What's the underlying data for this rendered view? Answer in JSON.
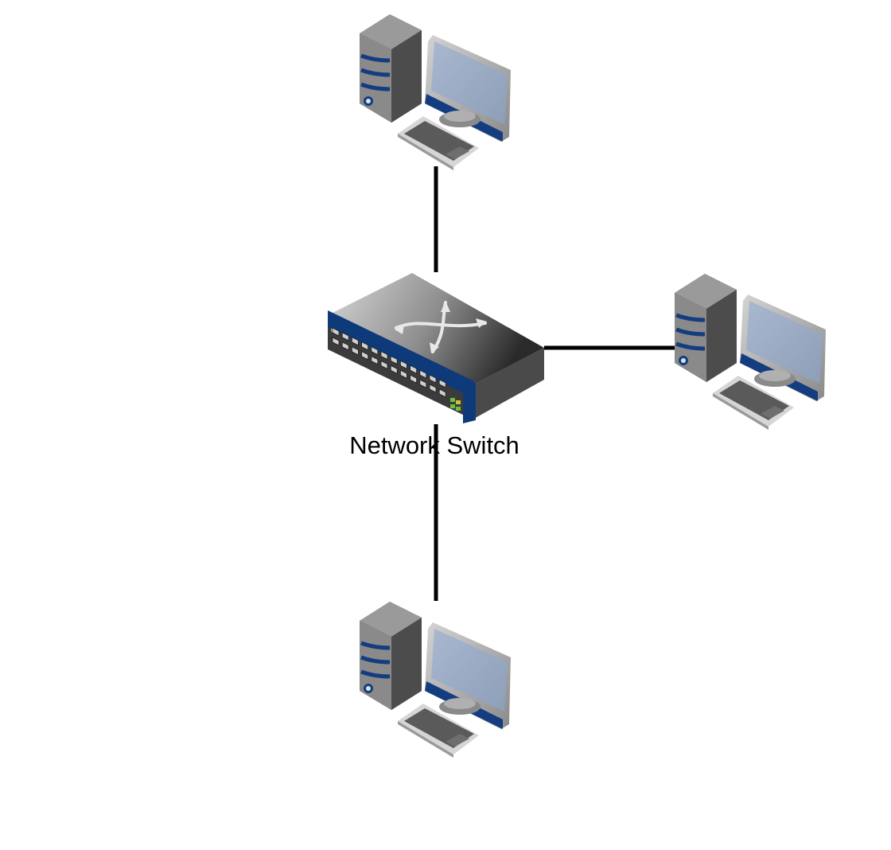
{
  "diagram": {
    "switch": {
      "label": "Network Switch"
    },
    "nodes": [
      {
        "id": "pc-top",
        "kind": "desktop-computer"
      },
      {
        "id": "pc-right",
        "kind": "desktop-computer"
      },
      {
        "id": "pc-bottom",
        "kind": "desktop-computer"
      }
    ],
    "colors": {
      "link": "#000000",
      "switch_front": "#0e3a7a",
      "monitor_screen": "#9aabc4",
      "tower": "#8a8a8a"
    }
  }
}
